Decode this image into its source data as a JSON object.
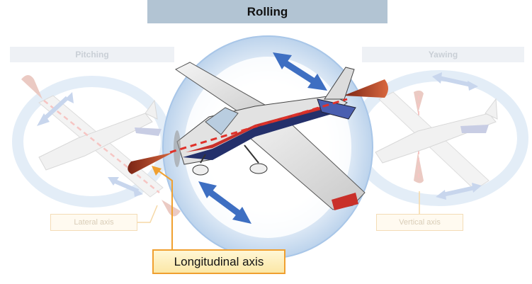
{
  "title": "Rolling",
  "pitching": {
    "header": "Pitching",
    "axis_label": "Lateral axis"
  },
  "yawing": {
    "header": "Yawing",
    "axis_label": "Vertical axis"
  },
  "rolling": {
    "axis_label": "Longitudinal axis"
  },
  "colors": {
    "title_bar": "#b2c4d3",
    "axis_dash": "#e0312a",
    "axis_cone": "#b8452a",
    "rotation_arrow": "#3e6fc2",
    "rotation_ellipse": "#c9dcf0",
    "label_border": "#f0a030",
    "leader_line": "#f0a030"
  },
  "icons": {
    "aircraft": "cessna-aircraft-icon",
    "rotation_arrow": "double-headed-arrow-icon"
  }
}
